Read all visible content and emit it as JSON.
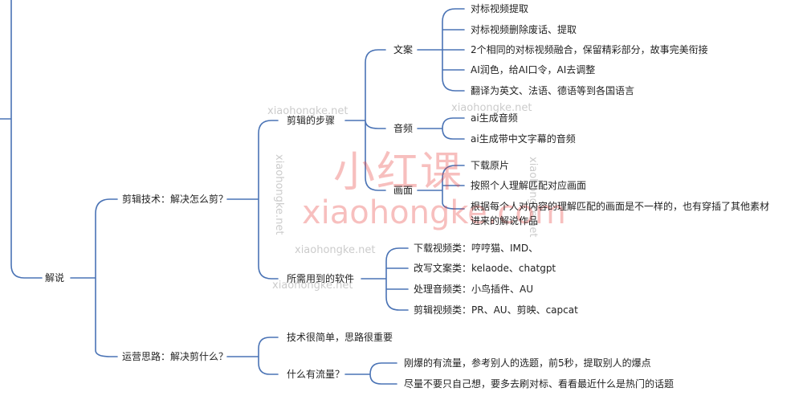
{
  "mindmap": {
    "jieshuo": "解说",
    "jianji": {
      "label": "剪辑技术：解决怎么剪？",
      "steps": {
        "label": "剪辑的步骤",
        "wenan": {
          "label": "文案",
          "items": [
            "对标视频提取",
            "对标视频删除废话、提取",
            "2个相同的对标视频融合，保留精彩部分，故事完美衔接",
            "AI润色，给AI口令，AI去调整",
            "翻译为英文、法语、德语等到各国语言"
          ]
        },
        "yinpin": {
          "label": "音频",
          "items": [
            "ai生成音频",
            "ai生成带中文字幕的音频"
          ]
        },
        "huamian": {
          "label": "画面",
          "items": [
            "下载原片",
            "按照个人理解匹配对应画面",
            "根据每个人对内容的理解匹配的画面是不一样的，也有穿插了其他素材",
            "进来的解说作品"
          ]
        }
      },
      "software": {
        "label": "所需用到的软件",
        "items": [
          "下载视频类：哼哼猫、IMD、",
          "改写文案类：kelaode、chatgpt",
          "处理音频类：小鸟插件、AU",
          "剪辑视频类：PR、AU、剪映、capcat"
        ]
      }
    },
    "yunying": {
      "label": "运营思路：解决剪什么？",
      "jishu": "技术很简单，思路很重要",
      "liuliang": {
        "label": "什么有流量？",
        "items": [
          "刚爆的有流量，参考别人的选题，前5秒，提取别人的爆点",
          "尽量不要只自己想，要多去刷对标、看看最近什么是热门的话题"
        ]
      }
    }
  },
  "watermark": {
    "site": "xiaohongke.net",
    "brand_cn": "小红课",
    "brand_en": "xiaohongke.com"
  },
  "colors": {
    "connector": "#4a73b5",
    "text": "#222222",
    "watermark_red": "#e53935"
  }
}
